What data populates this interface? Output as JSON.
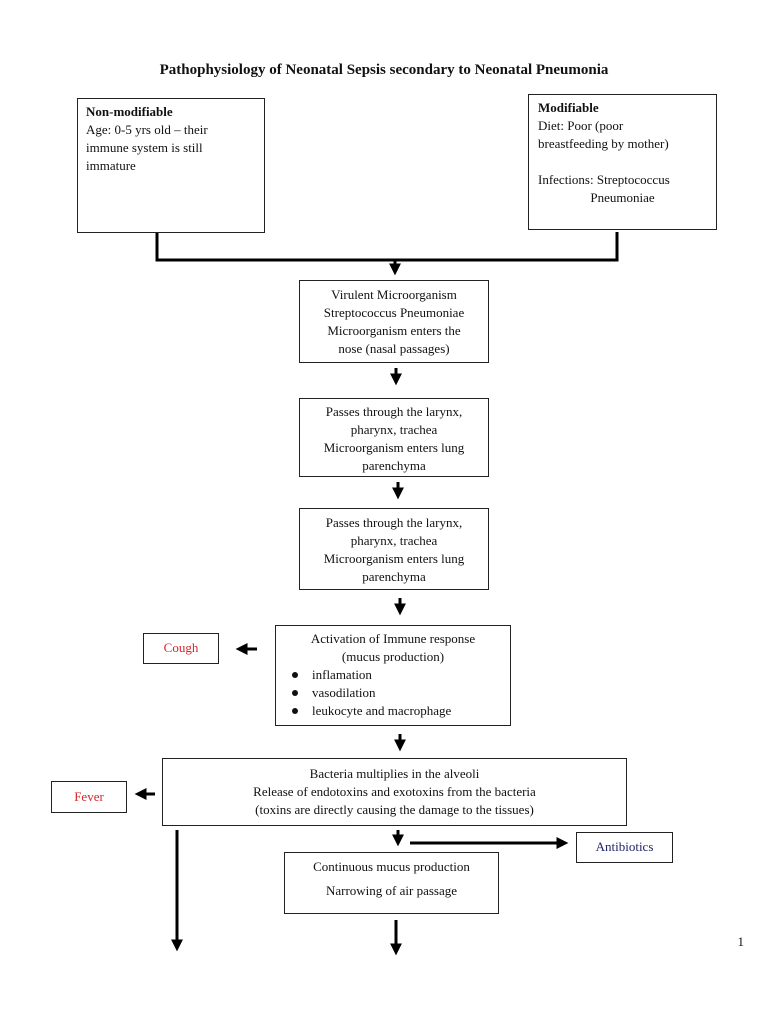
{
  "title": "Pathophysiology of Neonatal Sepsis secondary to Neonatal Pneumonia",
  "non_modifiable": {
    "heading": "Non-modifiable",
    "lines": [
      "Age: 0-5 yrs old – their",
      "immune system is still",
      "immature"
    ]
  },
  "modifiable": {
    "heading": "Modifiable",
    "lines": [
      "Diet: Poor (poor",
      "breastfeeding by mother)",
      "",
      "Infections: Streptococcus",
      "Pneumoniae"
    ]
  },
  "steps": {
    "virulent": [
      "Virulent Microorganism",
      "Streptococcus Pneumoniae",
      "Microorganism enters the",
      "nose (nasal passages)"
    ],
    "passes_1": [
      "Passes through the larynx,",
      "pharynx, trachea",
      "Microorganism enters lung",
      "parenchyma"
    ],
    "passes_2": [
      "Passes through the larynx,",
      "pharynx, trachea",
      "Microorganism enters lung",
      "parenchyma"
    ],
    "immune": {
      "lines": [
        "Activation of Immune response",
        "(mucus production)"
      ],
      "bullets": [
        "inflamation",
        "vasodilation",
        "leukocyte and macrophage"
      ]
    },
    "bacteria": [
      "Bacteria multiplies in the alveoli",
      "Release of endotoxins and exotoxins from the bacteria",
      "(toxins are directly causing the damage to the tissues)"
    ],
    "mucus": [
      "Continuous mucus production",
      "Narrowing of air passage"
    ]
  },
  "outcomes": {
    "cough": "Cough",
    "fever": "Fever",
    "antibiotics": "Antibiotics"
  },
  "colors": {
    "symptom": "#d6262a",
    "intervention": "#22246a"
  },
  "page_number": "1"
}
